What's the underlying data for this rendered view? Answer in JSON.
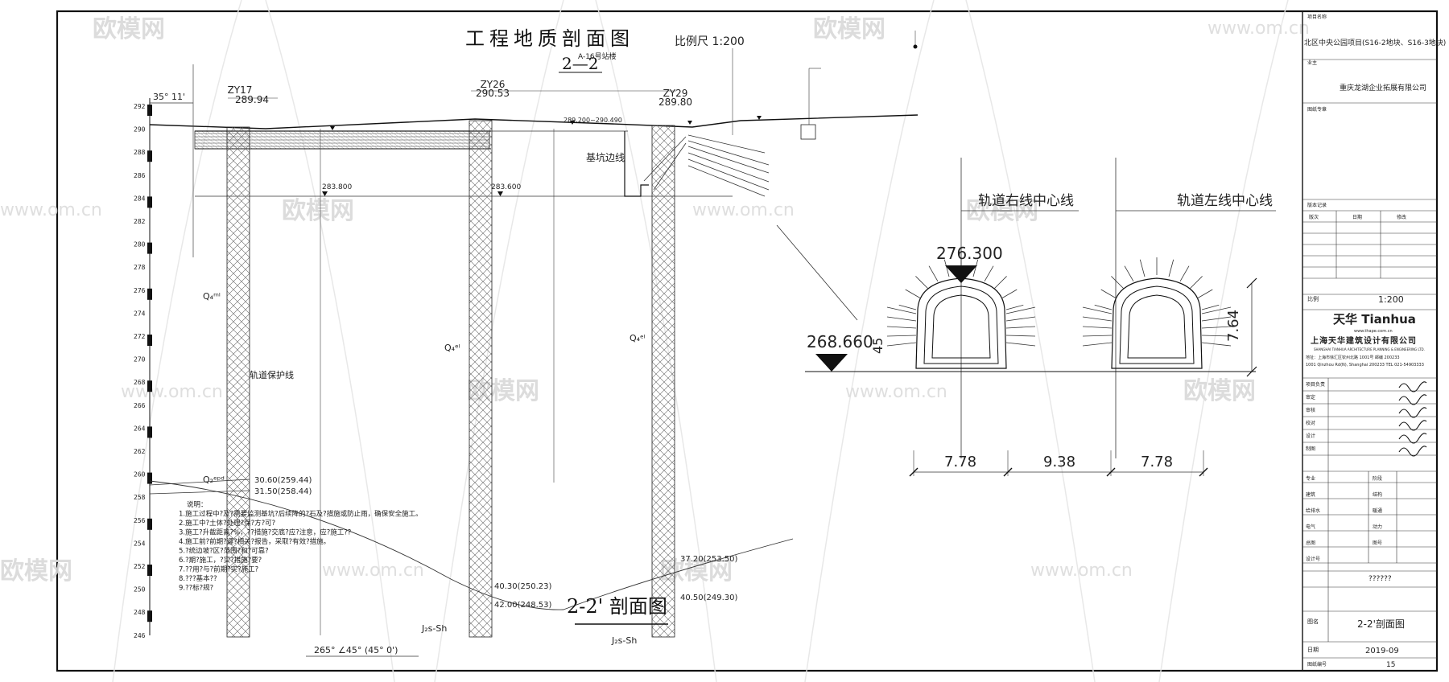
{
  "drawing": {
    "title": "工程地质剖面图",
    "scale_label": "比例尺 1:200",
    "section_label": "2—2",
    "section_sub": "A-16号站楼",
    "section_title_bottom": "2-2' 剖面图",
    "left_angle": "35° 11'",
    "bottom_angle": "265° ∠45° (45° 0')"
  },
  "boreholes": [
    {
      "id": "ZY17",
      "elev": "289.94"
    },
    {
      "id": "ZY26",
      "elev": "290.53"
    },
    {
      "id": "ZY29",
      "elev": "289.80"
    }
  ],
  "elevation_ticks": [
    "292",
    "290",
    "288",
    "286",
    "284",
    "282",
    "280",
    "278",
    "276",
    "274",
    "272",
    "270",
    "268",
    "266",
    "264",
    "262",
    "260",
    "258",
    "256",
    "254",
    "252",
    "250",
    "248",
    "246"
  ],
  "level_marks": {
    "m1": "283.800",
    "m2": "283.600",
    "m3": "289.200~290.490"
  },
  "layers": {
    "q1": "Q₄ᵐˡ",
    "q2": "Q₄ᵉˡ",
    "q3": "Q₄ᵉˡ",
    "q4": "Q₂ᵉᵖᵈ",
    "bedrock1": "J₂s-Sh",
    "bedrock2": "J₂s-Sh",
    "protect_line": "轨道保护线",
    "base_line": "基坑边线"
  },
  "depth_labels": {
    "d1": "30.60(259.44)",
    "d2": "31.50(258.44)",
    "d3": "40.30(250.23)",
    "d4": "42.00(248.53)",
    "d5": "37.20(253.50)",
    "d6": "40.50(249.30)"
  },
  "notes": [
    "说明：",
    "1.施工过程中?及?需要监测基坑?后续降的?石及?措施或防止雨，确保安全施工。",
    "2.施工中?土体?处理?保?方?可?",
    "3.施工?升截距离?%，??措施?交底?应?注意，应?施工??",
    "4.施工前?前期?遵?相关?报告，采取?有效?措施。",
    "5.?统边坡?区?范围?和?可靠?",
    "6.?期?施工，?实?措施?要?",
    "7.??用?与?前期?实?施工?",
    "8.???基本??",
    "9.??标?规?"
  ],
  "tunnel": {
    "label_right": "轨道右线中心线",
    "label_left": "轨道左线中心线",
    "elev_top": "276.300",
    "elev_bottom": "268.660",
    "height": "7.64",
    "offset": "45",
    "dims": [
      "7.78",
      "9.38",
      "7.78"
    ]
  },
  "title_block": {
    "project_label": "项目名称",
    "project": "北区中央公园项目(S16-2地块、S16-3地块)",
    "owner_label": "业主",
    "owner": "重庆龙湖企业拓展有限公司",
    "seal_label": "图纸专章",
    "revision_label": "版本记录",
    "rev_headers": [
      "版次",
      "日期",
      "修改"
    ],
    "scale_label": "比例",
    "scale": "1:200",
    "brand": "天华 Tianhua",
    "brand_site": "www.thape.com.cn",
    "company": "上海天华建筑设计有限公司",
    "company_en": "SHANGHAI TIANHUA ARCHITECTURE PLANNING & ENGINEERING LTD.",
    "address": "地址：上海市徐汇区钦州北路 1001号 邮编 200233",
    "address_en": "1001 Qinzhou Rd(N), Shanghai 200233 TEL 021-54903333",
    "roles": [
      "项目负责",
      "审定",
      "审核",
      "校对",
      "设计",
      "制图"
    ],
    "signs": [
      "签名",
      "签名",
      "签名",
      "签名",
      "签名",
      "签名"
    ],
    "disc_labels": [
      "专业",
      "阶段",
      "建筑",
      "结构",
      "给排水",
      "暖通",
      "电气",
      "动力",
      "总图",
      "图号",
      "设计号"
    ],
    "design_no": "??????",
    "drawing_name_label": "图名",
    "drawing_name": "2-2'剖面图",
    "date_label": "日期",
    "date": "2019-09",
    "sheet_label": "图纸编号",
    "sheet_no": "15"
  },
  "watermark": {
    "brand": "欧模网",
    "url": "www.om.cn"
  }
}
